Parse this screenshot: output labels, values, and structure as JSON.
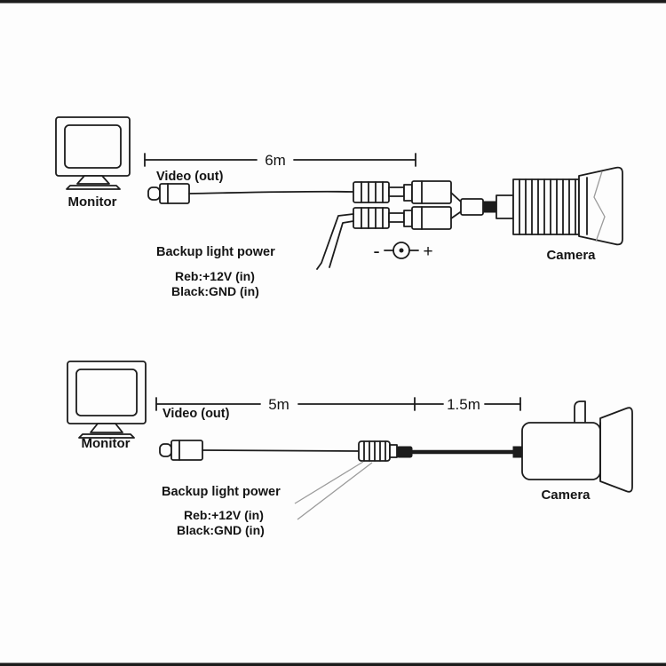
{
  "colors": {
    "background": "#fdfdfd",
    "line": "#1c1c1c"
  },
  "top_diagram": {
    "monitor_label": "Monitor",
    "video_out": "Video (out)",
    "cable_length": "6m",
    "power_heading": "Backup light power",
    "power_line1": "Reb:+12V (in)",
    "power_line2": "Black:GND (in)",
    "polarity_minus": "-",
    "polarity_plus": "+",
    "camera_label": "Camera"
  },
  "bottom_diagram": {
    "monitor_label": "Monitor",
    "video_out": "Video (out)",
    "cable_length_main": "5m",
    "cable_length_tail": "1.5m",
    "power_heading": "Backup light power",
    "power_line1": "Reb:+12V (in)",
    "power_line2": "Black:GND (in)",
    "camera_label": "Camera"
  }
}
